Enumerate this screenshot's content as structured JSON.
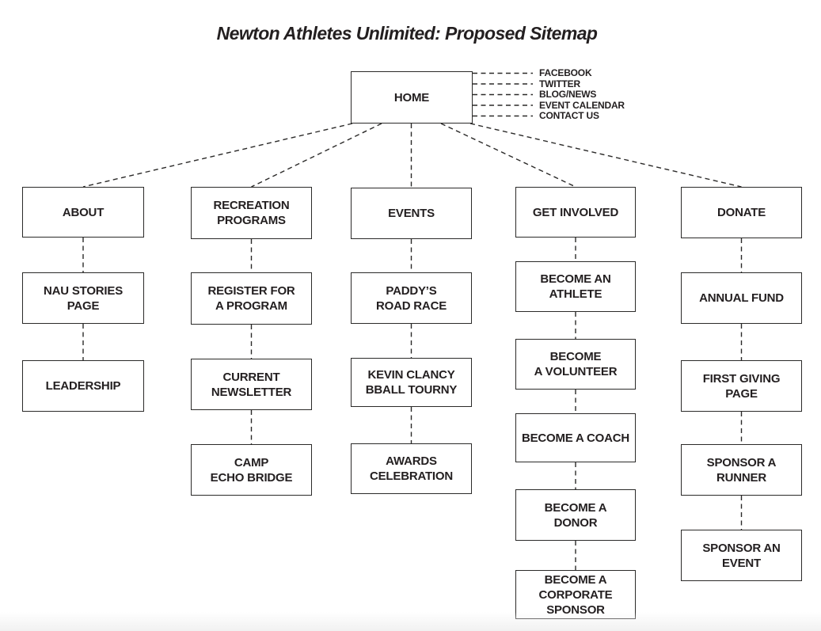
{
  "page": {
    "title": "Newton Athletes Unlimited: Proposed Sitemap"
  },
  "diagram": {
    "type": "sitemap-tree",
    "home": {
      "label": "HOME"
    },
    "social_links": [
      "FACEBOOK",
      "TWITTER",
      "BLOG/NEWS",
      "EVENT CALENDAR",
      "CONTACT US"
    ],
    "columns": [
      {
        "label": "ABOUT",
        "children": [
          "NAU STORIES\nPAGE",
          "LEADERSHIP"
        ]
      },
      {
        "label": "RECREATION\nPROGRAMS",
        "children": [
          "REGISTER FOR\nA PROGRAM",
          "CURRENT\nNEWSLETTER",
          "CAMP\nECHO BRIDGE"
        ]
      },
      {
        "label": "EVENTS",
        "children": [
          "PADDY’S\nROAD RACE",
          "KEVIN CLANCY\nBBALL TOURNY",
          "AWARDS\nCELEBRATION"
        ]
      },
      {
        "label": "GET INVOLVED",
        "children": [
          "BECOME AN\nATHLETE",
          "BECOME\nA VOLUNTEER",
          "BECOME A COACH",
          "BECOME A\nDONOR",
          "BECOME A\nCORPORATE\nSPONSOR"
        ]
      },
      {
        "label": "DONATE",
        "children": [
          "ANNUAL FUND",
          "FIRST GIVING\nPAGE",
          "SPONSOR A\nRUNNER",
          "SPONSOR AN\nEVENT"
        ]
      }
    ]
  },
  "colors": {
    "ink": "#231f20",
    "line": "#2b2a29",
    "background": "#ffffff"
  }
}
